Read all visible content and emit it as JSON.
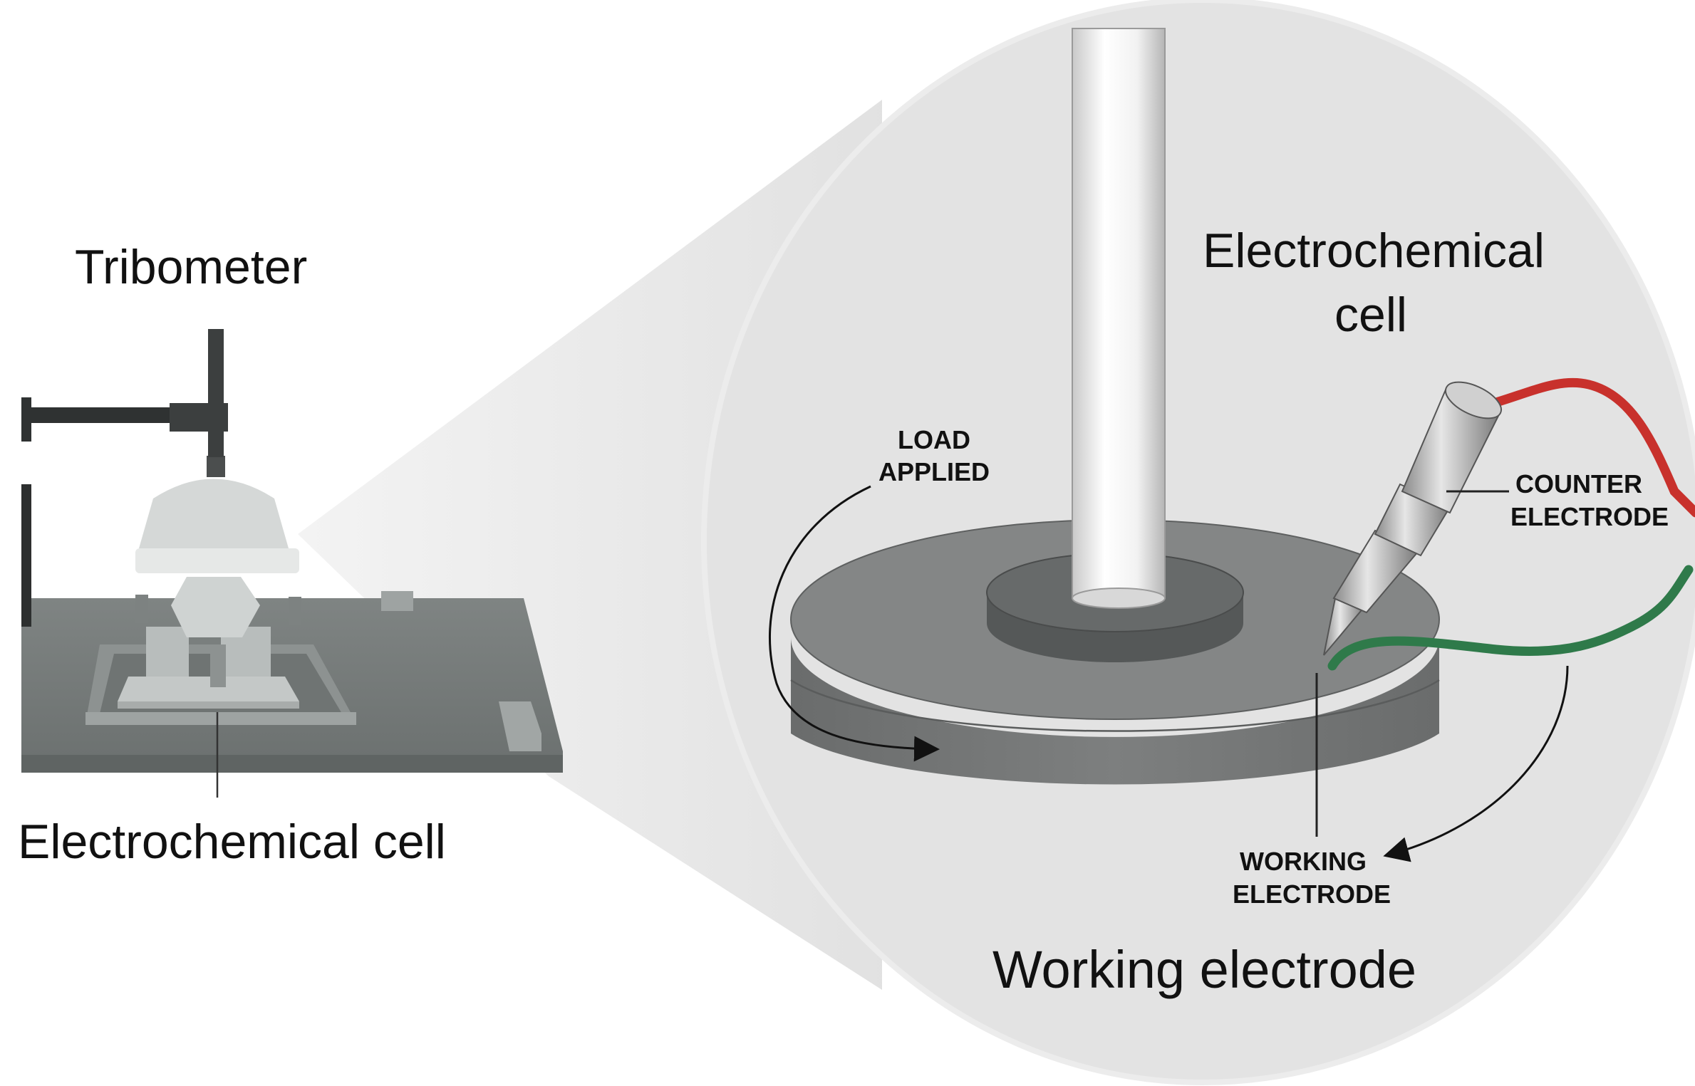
{
  "labels": {
    "tribometer": "Tribometer",
    "cell_left": "Electrochemical cell",
    "cell_right_line1": "Electrochemical",
    "cell_right_line2": "cell",
    "load_line1": "LOAD",
    "load_line2": "APPLIED",
    "counter_line1": "COUNTER",
    "counter_line2": "ELECTRODE",
    "working_line1": "WORKING",
    "working_line2": "ELECTRODE",
    "working_title": "Working electrode"
  },
  "colors": {
    "counter_wire": "#c8312c",
    "working_wire": "#2f7a4a",
    "disk": "#6f7272",
    "zoom_bg": "#e3e3e3"
  }
}
